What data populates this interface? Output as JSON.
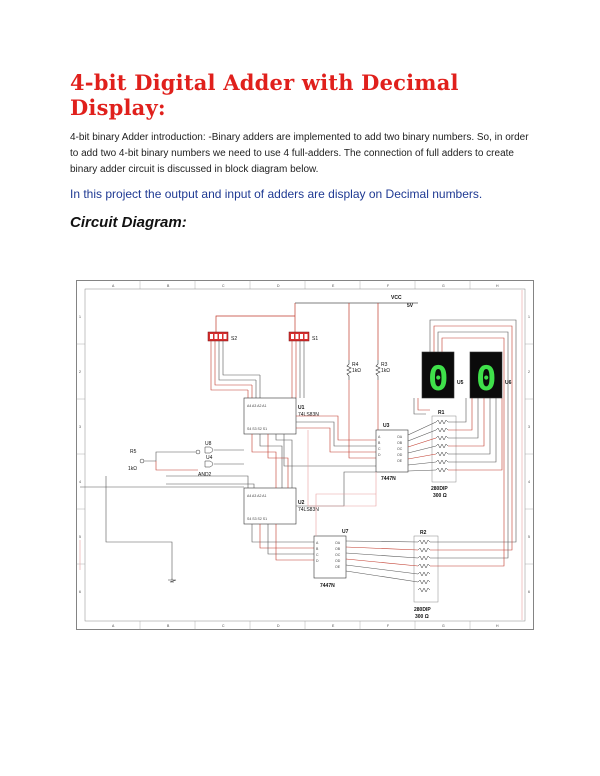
{
  "document": {
    "title": "4-bit Digital Adder with Decimal Display:",
    "intro": "4-bit binary Adder introduction: -Binary adders are implemented to add two binary numbers. So, in order to add two 4-bit binary numbers we need to use 4 full-adders. The connection of full adders to create binary adder circuit is discussed in block diagram below.",
    "project_line": "In this project the output and input of adders are display on Decimal numbers.",
    "section_heading": "Circuit Diagram:"
  },
  "diagram": {
    "power_label": "VCC",
    "voltage_label": "5V",
    "switch_s2": "S2",
    "switch_s1": "S1",
    "resistor_r4": "R4",
    "resistor_r4_value": "1kΩ",
    "resistor_r3": "R3",
    "resistor_r3_value": "1kΩ",
    "display_u5": "U5",
    "display_u6": "U6",
    "adder_u1": "U1",
    "adder_u1_part": "74LS83N",
    "adder_u2": "U2",
    "adder_u2_part": "74LS83N",
    "decoder_u3": "U3",
    "decoder_u3_part": "7447N",
    "decoder_u7": "U7",
    "decoder_u7_part": "7447N",
    "gate_u8": "U8",
    "gate_u9_part": "AND2",
    "gate_u4_label": "U4",
    "resistor_r5": "R5",
    "resistor_r5_value": "1kΩ",
    "network_r1": "R1",
    "network_r1_type": "280DIP",
    "network_r1_value": "300 Ω",
    "network_r2": "R2",
    "network_r2_type": "280DIP",
    "network_r2_value": "300 Ω",
    "digit_left": "0",
    "digit_right": "0",
    "border_cols": [
      "A",
      "B",
      "C",
      "D",
      "E",
      "F",
      "G",
      "H"
    ],
    "border_rows": [
      "1",
      "2",
      "3",
      "4",
      "5",
      "6"
    ],
    "colors": {
      "wire_red": "#c0392b",
      "wire_dark": "#444444",
      "wire_pink": "#e8a0a0",
      "switch_red": "#d62f2f",
      "seg_green": "#3fe04a"
    }
  }
}
